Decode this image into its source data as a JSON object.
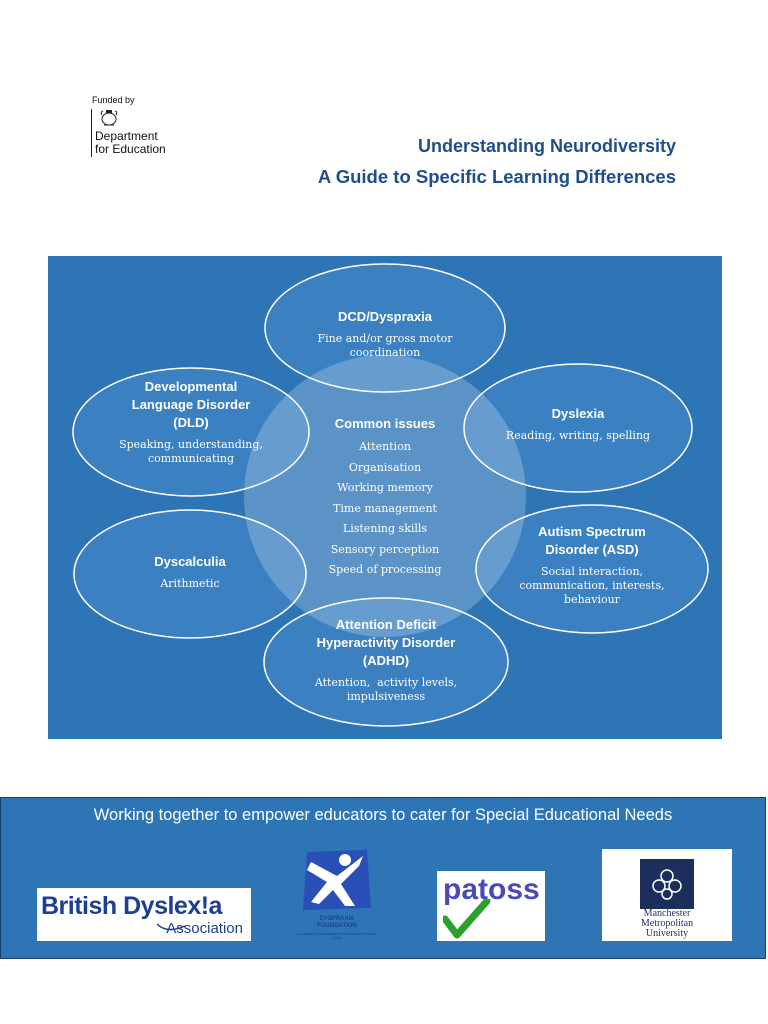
{
  "header": {
    "funded_by": "Funded by",
    "department_line1": "Department",
    "department_line2": "for Education",
    "title_line1": "Understanding Neurodiversity",
    "title_line2": "A Guide to Specific Learning Differences"
  },
  "diagram": {
    "background_color": "#2e75b6",
    "center": {
      "heading": "Common issues",
      "items": [
        "Attention",
        "Organisation",
        "Working memory",
        "Time management",
        "Listening skills",
        "Sensory perception",
        "Speed of processing"
      ]
    },
    "nodes": [
      {
        "heading": "DCD/Dyspraxia",
        "description_line1": "Fine and/or gross motor",
        "description_line2": "coordination"
      },
      {
        "heading": "Dyslexia",
        "description_line1": "Reading, writing, spelling"
      },
      {
        "heading_line1": "Autism Spectrum",
        "heading_line2": "Disorder (ASD)",
        "description_line1": "Social interaction,",
        "description_line2": "communication, interests,",
        "description_line3": "behaviour"
      },
      {
        "heading_line1": "Attention Deficit",
        "heading_line2": "Hyperactivity Disorder",
        "heading_line3": "(ADHD)",
        "description_line1": "Attention,  activity levels,",
        "description_line2": "impulsiveness"
      },
      {
        "heading": "Dyscalculia",
        "description_line1": "Arithmetic"
      },
      {
        "heading_line1": "Developmental",
        "heading_line2": "Language Disorder",
        "heading_line3": "(DLD)",
        "description_line1": "Speaking, understanding,",
        "description_line2": "communicating"
      }
    ]
  },
  "footer": {
    "tagline": "Working together to empower educators to cater for Special Educational Needs",
    "logos": {
      "bda_line1": "British Dyslex!a",
      "bda_line2": "Association",
      "dyspraxia_line1": "DYSPRAXIA",
      "dyspraxia_line2": "FOUNDATION",
      "dyspraxia_sub": "Incorporating Developmental Coordination Disorder (DCD)",
      "patoss": "patoss",
      "mmu_line1": "Manchester",
      "mmu_line2": "Metropolitan",
      "mmu_line3": "University"
    }
  }
}
